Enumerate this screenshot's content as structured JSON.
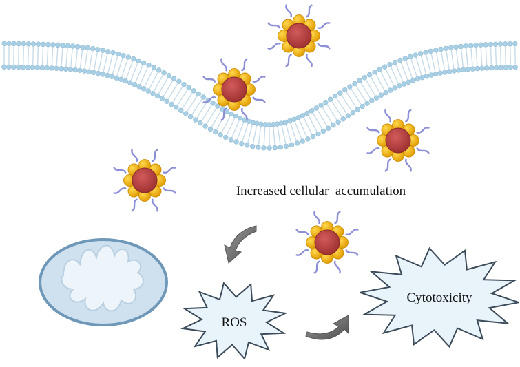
{
  "labels": {
    "accumulation": "Increased cellular  accumulation",
    "ros": "ROS",
    "cytotoxicity": "Cytotoxicity"
  },
  "icons": {
    "membrane": "lipid-bilayer-membrane",
    "nanoparticle": "nanoparticle-with-ligands",
    "mitochondrion": "mitochondrion",
    "arrow": "curved-arrow"
  },
  "colors": {
    "membrane_head": "#a9cfe4",
    "membrane_tail": "#c7dbe8",
    "core": "#b63c3c",
    "shell": "#f2b100",
    "ligand": "#8c8fd6",
    "mito_outer": "#7ea8c6",
    "mito_inner": "#e4eef6",
    "burst_fill": "#e8f3fa",
    "burst_stroke": "#3b4b5a",
    "arrow": "#6b6b6b"
  }
}
